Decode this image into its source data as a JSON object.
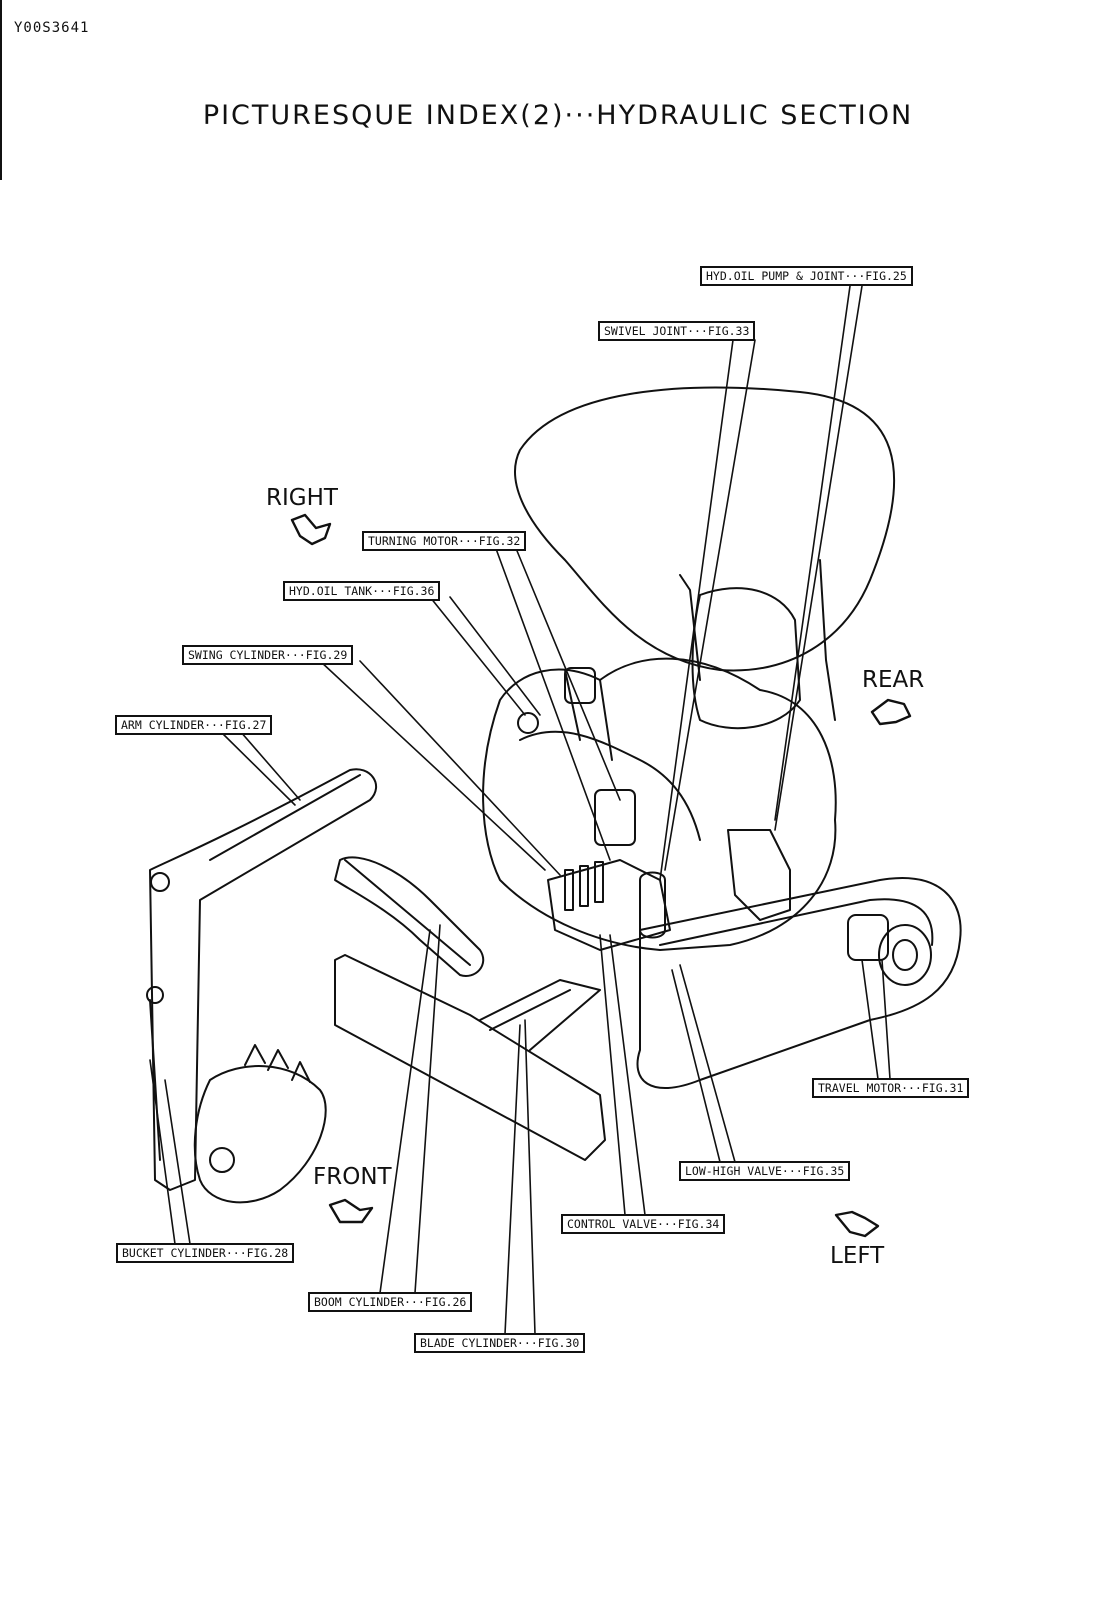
{
  "doc_id": "Y00S3641",
  "title": "PICTURESQUE INDEX(2)···HYDRAULIC SECTION",
  "callouts": {
    "hyd_oil_pump": "HYD.OIL PUMP & JOINT···FIG.25",
    "swivel_joint": "SWIVEL JOINT···FIG.33",
    "turning_motor": "TURNING MOTOR···FIG.32",
    "hyd_oil_tank": "HYD.OIL TANK···FIG.36",
    "swing_cylinder": "SWING CYLINDER···FIG.29",
    "arm_cylinder": "ARM CYLINDER···FIG.27",
    "travel_motor": "TRAVEL MOTOR···FIG.31",
    "low_high_valve": "LOW-HIGH VALVE···FIG.35",
    "control_valve": "CONTROL VALVE···FIG.34",
    "bucket_cylinder": "BUCKET CYLINDER···FIG.28",
    "boom_cylinder": "BOOM CYLINDER···FIG.26",
    "blade_cylinder": "BLADE CYLINDER···FIG.30"
  },
  "directions": {
    "right": "RIGHT",
    "rear": "REAR",
    "front": "FRONT",
    "left": "LEFT"
  }
}
